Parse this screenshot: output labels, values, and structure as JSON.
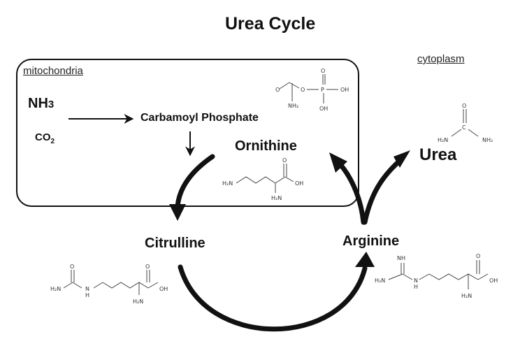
{
  "title": "Urea Cycle",
  "regions": {
    "mitochondria": "mitochondria",
    "cytoplasm": "cytoplasm"
  },
  "inputs": {
    "nh3_main": "NH",
    "nh3_sub": "3",
    "co2_main": "CO",
    "co2_sub": "2"
  },
  "molecules": {
    "carbamoyl_phosphate": "Carbamoyl Phosphate",
    "ornithine": "Ornithine",
    "citrulline": "Citrulline",
    "arginine": "Arginine",
    "urea": "Urea"
  },
  "structure_labels": {
    "carbamoyl": {
      "O": "O",
      "NH2": "NH₂",
      "P": "P",
      "OH_right": "OH",
      "OH_bottom": "OH"
    },
    "urea": {
      "O": "O",
      "C": "C",
      "H2N": "H₂N",
      "NH2": "NH₂"
    },
    "ornithine": {
      "H2N_left": "H₂N",
      "O": "O",
      "OH": "OH",
      "H2N_bottom": "H₂N"
    },
    "citrulline": {
      "O_top": "O",
      "H2N_left": "H₂N",
      "N": "N",
      "H": "H",
      "O_right": "O",
      "OH": "OH",
      "H2N_bottom": "H₂N"
    },
    "arginine": {
      "NH": "NH",
      "H2N_left": "H₂N",
      "N": "N",
      "H": "H",
      "O": "O",
      "OH": "OH",
      "H2N_bottom": "H₂N"
    }
  }
}
